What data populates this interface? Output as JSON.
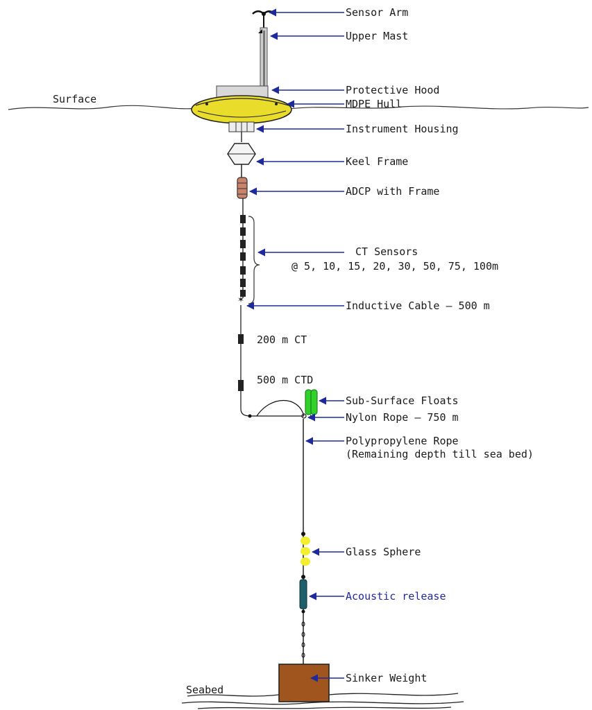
{
  "labels": {
    "sensor_arm": "Sensor Arm",
    "upper_mast": "Upper Mast",
    "protective_hood": "Protective Hood",
    "mdpe_hull": "MDPE Hull",
    "instrument_housing": "Instrument Housing",
    "keel_frame": "Keel Frame",
    "adcp": "ADCP with Frame",
    "ct_sensors": "CT Sensors",
    "ct_depths": "@ 5, 10, 15, 20, 30, 50, 75, 100m",
    "inductive_cable": "Inductive Cable — 500 m",
    "ct_200": "200 m CT",
    "ctd_500": "500 m CTD",
    "subsurface_floats": "Sub-Surface Floats",
    "nylon_rope": "Nylon Rope — 750 m",
    "polypropylene_rope": "Polypropylene Rope",
    "polypropylene_note": "(Remaining depth till sea bed)",
    "glass_sphere": "Glass Sphere",
    "acoustic_release": "Acoustic release",
    "sinker_weight": "Sinker Weight",
    "surface": "Surface",
    "seabed": "Seabed"
  },
  "colors": {
    "hull": "#e9dc2a",
    "hood": "#d8d8d8",
    "leader": "#1f2a9a",
    "floats": "#2fd12a",
    "glass_sphere": "#f3ee2e",
    "acoustic_release": "#1f5f6a",
    "sinker": "#a0551e",
    "adcp": "#c9836b"
  }
}
